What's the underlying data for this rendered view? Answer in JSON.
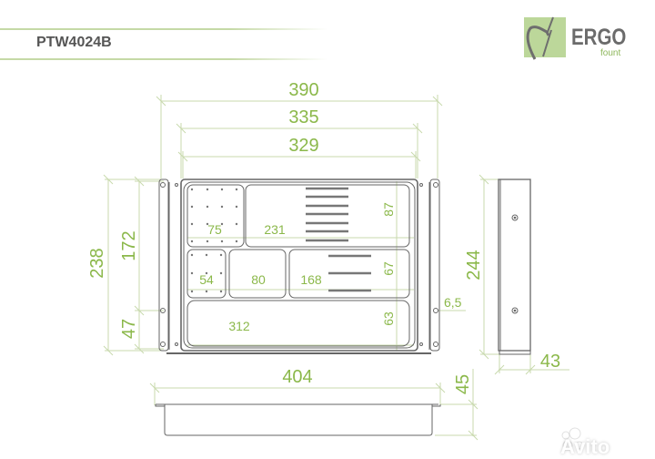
{
  "header": {
    "model": "PTW4024B",
    "brand": "ERGO",
    "brand_sub": "fount",
    "accent_color": "#8bb84a",
    "line_color": "#c5d9a6"
  },
  "top_view": {
    "overall_width": "390",
    "inner_width": "335",
    "tray_width": "329",
    "overall_height": "238",
    "bracket_spacing": "172",
    "bracket_bottom_offset": "47",
    "hole_offset": "6,5",
    "compartments": [
      {
        "id": "small-top-left",
        "width": "75"
      },
      {
        "id": "large-top",
        "width": "231",
        "height": "87"
      },
      {
        "id": "small-mid-left",
        "width": "54"
      },
      {
        "id": "mid-center",
        "width": "80"
      },
      {
        "id": "mid-right",
        "width": "168",
        "height": "67"
      },
      {
        "id": "bottom-long",
        "width": "312",
        "height": "63"
      }
    ]
  },
  "side_view": {
    "height": "244",
    "depth": "43"
  },
  "front_view": {
    "width": "404",
    "height": "45"
  },
  "watermark": "Avito"
}
